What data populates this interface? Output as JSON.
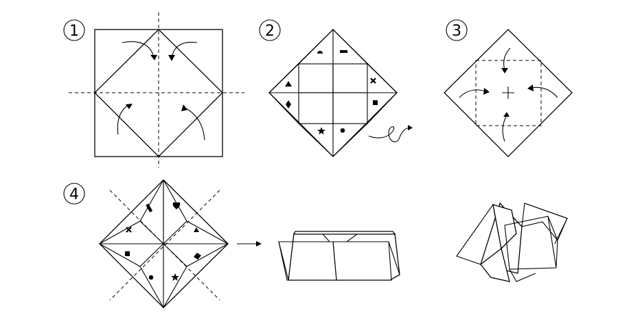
{
  "steps": [
    {
      "number": "1"
    },
    {
      "number": "2"
    },
    {
      "number": "3"
    },
    {
      "number": "4"
    }
  ],
  "colors": {
    "ink": "#000000",
    "paper": "#ffffff"
  },
  "icons": [
    "fold-arrow-icon",
    "flip-arrow-icon",
    "center-cross-icon",
    "next-arrow-icon"
  ]
}
